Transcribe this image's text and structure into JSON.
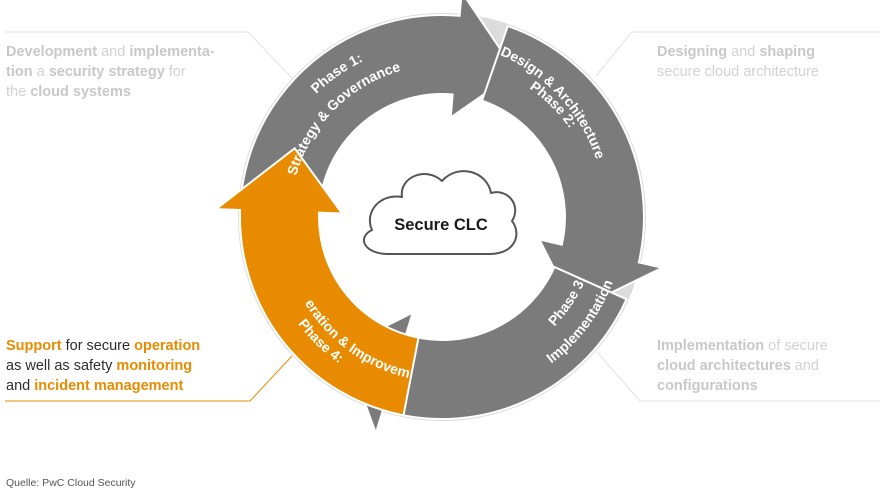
{
  "center": {
    "label": "Secure CLC"
  },
  "phases": [
    {
      "id": "p1",
      "title": "Phase 1:",
      "subtitle": "Strategy & Governance"
    },
    {
      "id": "p2",
      "title": "Phase 2:",
      "subtitle": "Design & Architecture"
    },
    {
      "id": "p3",
      "title": "Phase 3:",
      "subtitle": "Implementation"
    },
    {
      "id": "p4",
      "title": "Phase 4:",
      "subtitle": "Operation & Improvement"
    }
  ],
  "descriptions": {
    "p1": [
      {
        "t": "Development",
        "b": true
      },
      {
        "t": " and ",
        "b": false
      },
      {
        "t": "implementa-",
        "b": true
      },
      {
        "br": true
      },
      {
        "t": "tion",
        "b": true
      },
      {
        "t": " a ",
        "b": false
      },
      {
        "t": "security strategy",
        "b": true
      },
      {
        "t": " for",
        "b": false
      },
      {
        "br": true
      },
      {
        "t": "the ",
        "b": false
      },
      {
        "t": "cloud systems",
        "b": true
      }
    ],
    "p2": [
      {
        "t": "Designing",
        "b": true
      },
      {
        "t": " and ",
        "b": false
      },
      {
        "t": "shaping",
        "b": true
      },
      {
        "br": true
      },
      {
        "t": "secure cloud architecture",
        "b": false
      }
    ],
    "p3": [
      {
        "t": "Implementation",
        "b": true
      },
      {
        "t": " of secure",
        "b": false
      },
      {
        "br": true
      },
      {
        "t": "cloud architectures",
        "b": true
      },
      {
        "t": " and",
        "b": false
      },
      {
        "br": true
      },
      {
        "t": "configurations",
        "b": true
      }
    ],
    "p4": [
      {
        "t": "Support",
        "b": true
      },
      {
        "t": " for secure ",
        "b": false
      },
      {
        "t": "operation",
        "b": true
      },
      {
        "br": true
      },
      {
        "t": "as well as safety ",
        "b": false
      },
      {
        "t": "monitoring",
        "b": true
      },
      {
        "br": true
      },
      {
        "t": "and ",
        "b": false
      },
      {
        "t": "incident management",
        "b": true
      }
    ]
  },
  "source": "Quelle: PwC Cloud Security",
  "colors": {
    "ring": "#dcdcdc",
    "arrow_gray": "#7b7b7b",
    "arrow_active": "#e88b00",
    "leader_gray": "#e3e3e3",
    "leader_active": "#e88b00",
    "cloud_stroke": "#555555"
  }
}
